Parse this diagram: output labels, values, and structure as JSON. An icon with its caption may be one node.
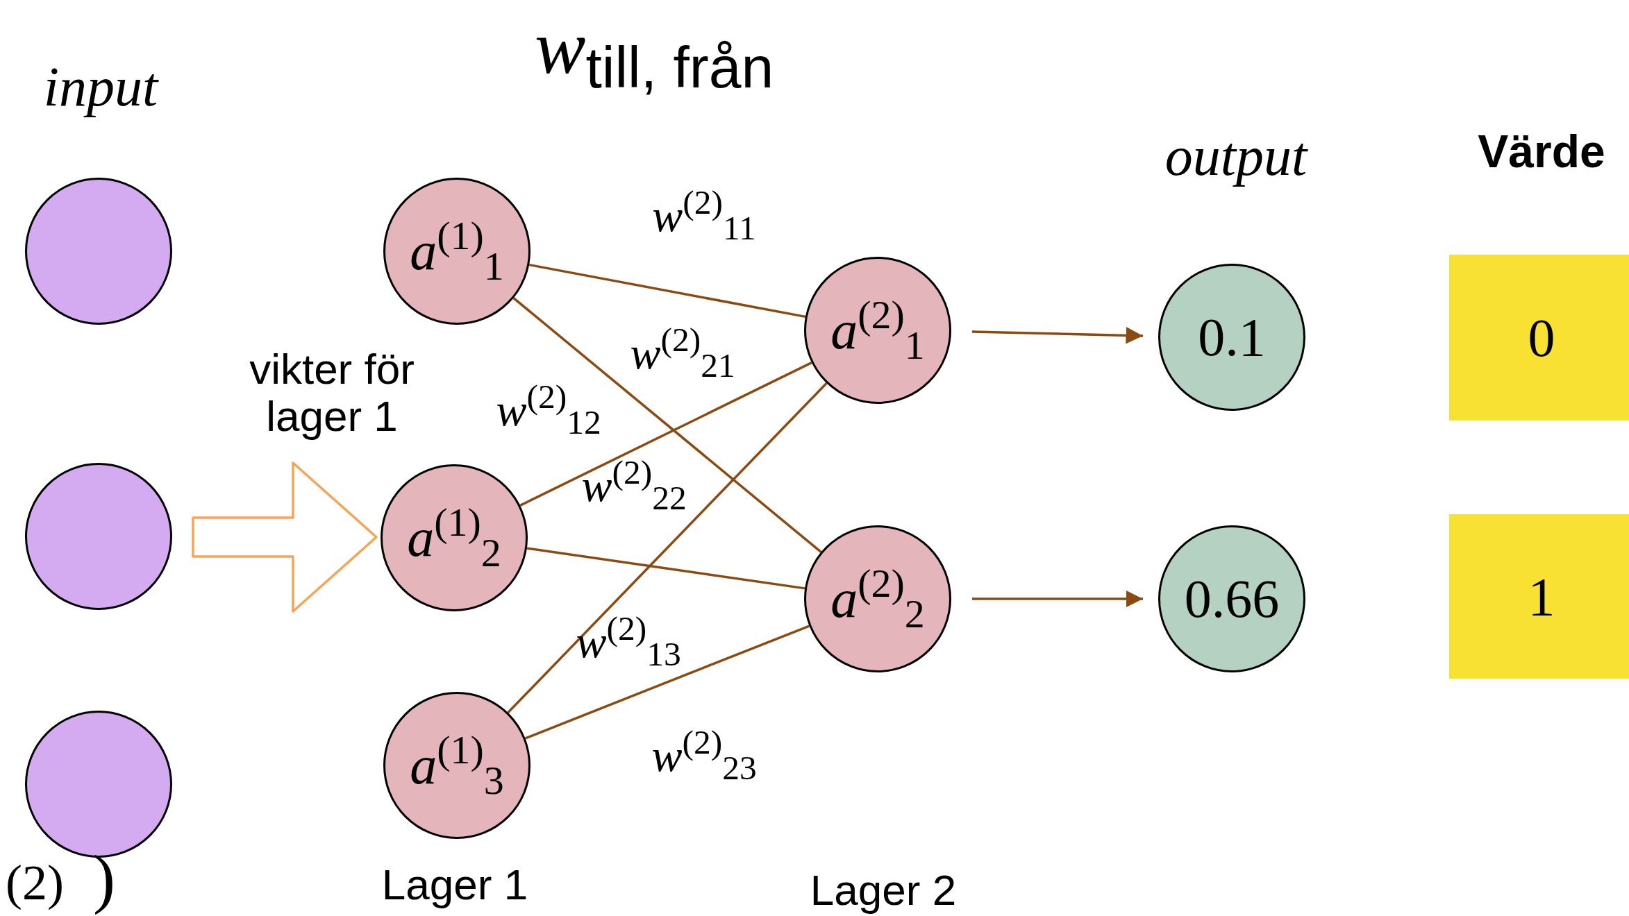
{
  "diagram": {
    "title": "*w*$_{till, från}$",
    "nodes": [
      {
        "text": [],
        "shape": "circle"
      },
      {
        "text": [],
        "shape": "circle"
      },
      {
        "text": [],
        "shape": "circle"
      },
      {
        "text": [
          "*a*$^{(1)}$$_{1}$"
        ]
      },
      {
        "text": [
          "*a*$^{(1)}$$_{2}$"
        ]
      },
      {
        "text": [
          "*a*$^{(1)}$$_{3}$"
        ]
      },
      {
        "text": [
          "*a*$^{(2)}$$_{1}$"
        ]
      },
      {
        "text": [
          "*a*$^{(2)}$$_{2}$"
        ]
      },
      {
        "text": [
          "0.1"
        ]
      },
      {
        "text": [
          "0.66"
        ]
      },
      {
        "text": [
          "0"
        ]
      },
      {
        "text": [
          "1"
        ]
      }
    ],
    "edges": [
      {
        "from": 1,
        "to": 4,
        "arrow": "to",
        "label": "vikter för lager 1",
        "color": "#f5a55a"
      },
      {
        "from": 3,
        "to": 6,
        "arrow": "none"
      },
      {
        "from": 3,
        "to": 7,
        "arrow": "none"
      },
      {
        "from": 4,
        "to": 6,
        "arrow": "none"
      },
      {
        "from": 4,
        "to": 7,
        "arrow": "none"
      },
      {
        "from": 5,
        "to": 6,
        "arrow": "none"
      },
      {
        "from": 5,
        "to": 7,
        "arrow": "none"
      },
      {
        "from": 6,
        "to": 8,
        "arrow": "to"
      },
      {
        "from": 7,
        "to": 9,
        "arrow": "to"
      }
    ],
    "labels": [
      "input",
      "output",
      "Värde",
      "*w*$^{(2)}$$_{11}$",
      "*w*$^{(2)}$$_{21}$",
      "*w*$^{(2)}$$_{12}$",
      "*w*$^{(2)}$$_{22}$",
      "*w*$^{(2)}$$_{13}$",
      "*w*$^{(2)}$$_{23}$",
      "Lager 1",
      "Lager 2",
      "(2)",
      ")"
    ]
  }
}
